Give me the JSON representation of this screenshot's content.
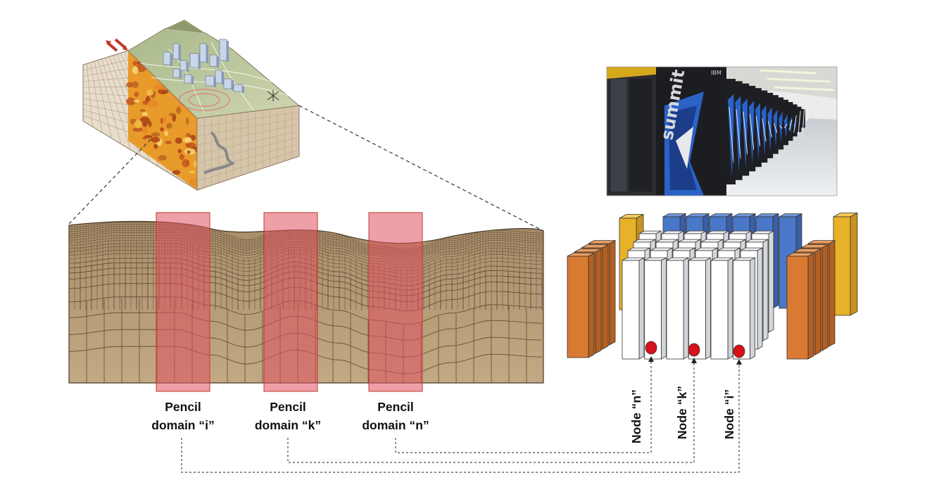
{
  "pencil_domains": [
    {
      "id": "i",
      "line1": "Pencil",
      "line2": "domain “i”"
    },
    {
      "id": "k",
      "line1": "Pencil",
      "line2": "domain “k”"
    },
    {
      "id": "n",
      "line1": "Pencil",
      "line2": "domain “n”"
    }
  ],
  "nodes": [
    {
      "id": "n",
      "label": "Node “n”"
    },
    {
      "id": "k",
      "label": "Node “k”"
    },
    {
      "id": "i",
      "label": "Node “i”"
    }
  ],
  "photo": {
    "brand_text": "summit",
    "vendor_text": "IBM"
  },
  "colors": {
    "soil": "#bba27f",
    "pencil_fill": "#e05060",
    "node_marker": "#d8101a",
    "cabinet_orange": "#d97a33",
    "cabinet_yellow": "#e8b12a",
    "cabinet_blue": "#4a78c8",
    "rack_accent": "#2a62c8"
  }
}
